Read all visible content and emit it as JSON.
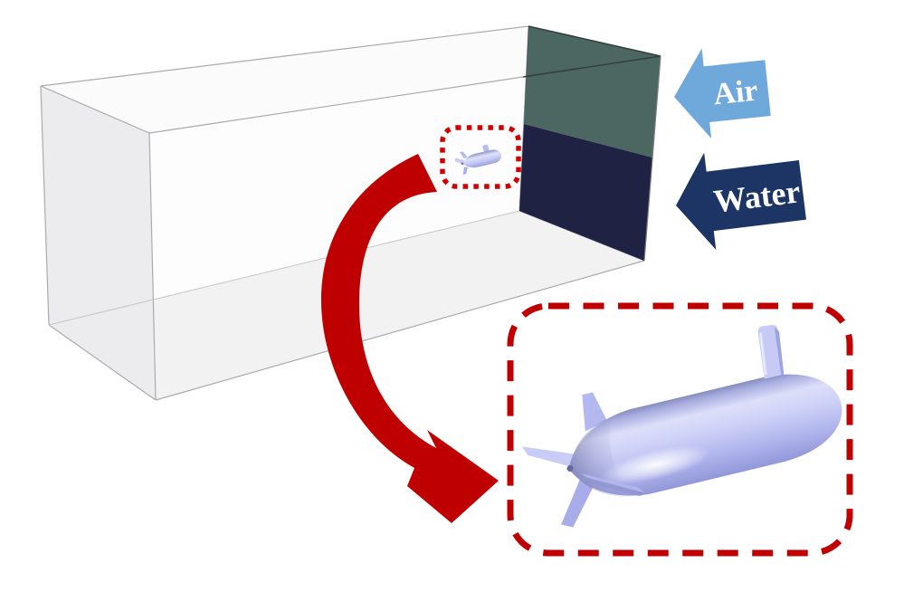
{
  "figure": {
    "labels": {
      "air": "Air",
      "water": "Water"
    },
    "colors": {
      "air_arrow": "#6FA9DC",
      "water_arrow": "#1C3564",
      "inlet_air": "#4C6662",
      "inlet_water": "#202244",
      "box_top": "#FBFBFC",
      "box_left": "#ECECEE",
      "box_front": "#FDFDFE",
      "box_floor": "#F2F2F3",
      "red_arrow": "#BE0000",
      "dotted_marker": "#D40000",
      "dashed_callout": "#C00000",
      "sub_body_light": "#DDDFF9",
      "sub_body_mid": "#C5C9F5",
      "sub_body_dark": "#9297D8"
    },
    "icons": {
      "air_arrow": "block-arrow-left",
      "water_arrow": "block-arrow-left",
      "zoom_arrow": "curved-swoosh-arrow",
      "auv_marker": "dotted-rounded-rect",
      "auv_callout": "dashed-rounded-rect"
    }
  }
}
